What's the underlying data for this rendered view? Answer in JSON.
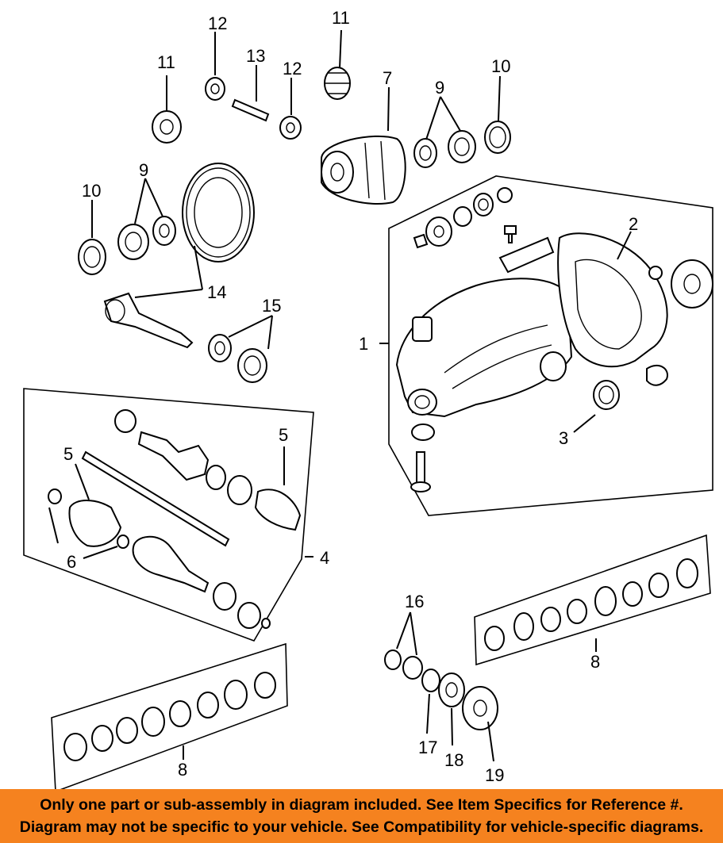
{
  "diagram": {
    "callouts": {
      "c1": "1",
      "c2": "2",
      "c3": "3",
      "c4": "4",
      "c5a": "5",
      "c5b": "5",
      "c6": "6",
      "c7": "7",
      "c8a": "8",
      "c8b": "8",
      "c9a": "9",
      "c9b": "9",
      "c10a": "10",
      "c10b": "10",
      "c11a": "11",
      "c11b": "11",
      "c12a": "12",
      "c12b": "12",
      "c13": "13",
      "c14": "14",
      "c15": "15",
      "c16": "16",
      "c17": "17",
      "c18": "18",
      "c19": "19"
    }
  },
  "notice": {
    "line1": "Only one part or sub-assembly in diagram included. See Item Specifics for Reference #.",
    "line2": "Diagram may not be specific to your vehicle. See Compatibility for vehicle-specific diagrams.",
    "background": "#f5821f"
  }
}
